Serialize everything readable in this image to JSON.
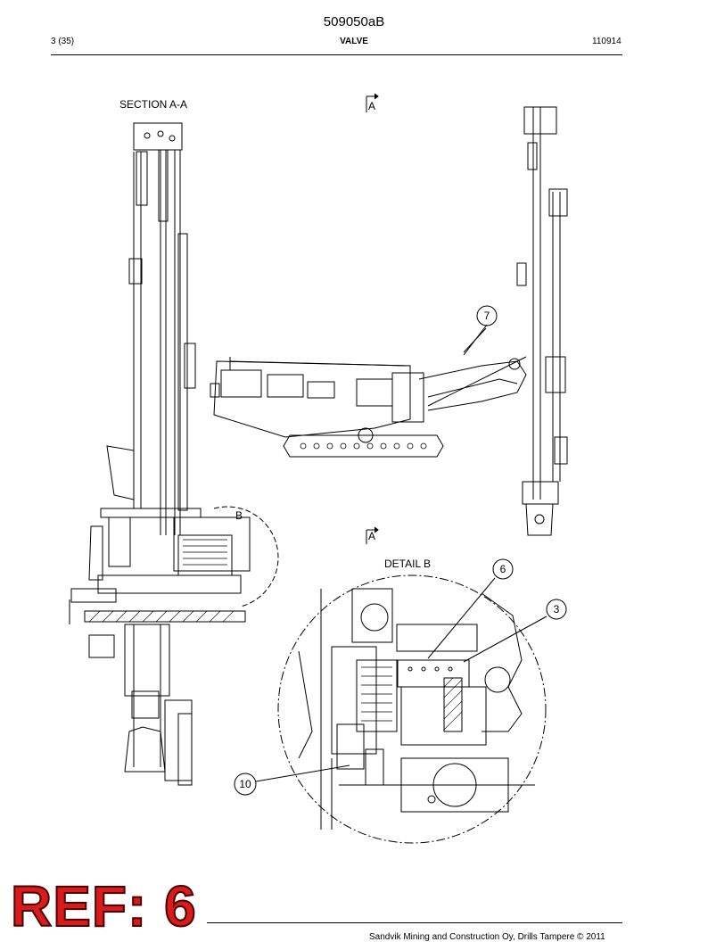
{
  "header": {
    "doc_number": "509050aB",
    "page_count": "3 (35)",
    "title": "VALVE",
    "date": "110914"
  },
  "drawing": {
    "section_label": "SECTION A-A",
    "arrow_top": "A",
    "arrow_bottom": "A",
    "detail_marker": "B",
    "detail_label": "DETAIL B",
    "callouts": {
      "c7": "7",
      "c6": "6",
      "c3": "3",
      "c10": "10"
    }
  },
  "stamp": {
    "ref_text": "REF: 6",
    "ref_color": "#d81b1b"
  },
  "footer": {
    "copyright": "Sandvik Mining and Construction Oy, Drills Tampere © 2011"
  }
}
